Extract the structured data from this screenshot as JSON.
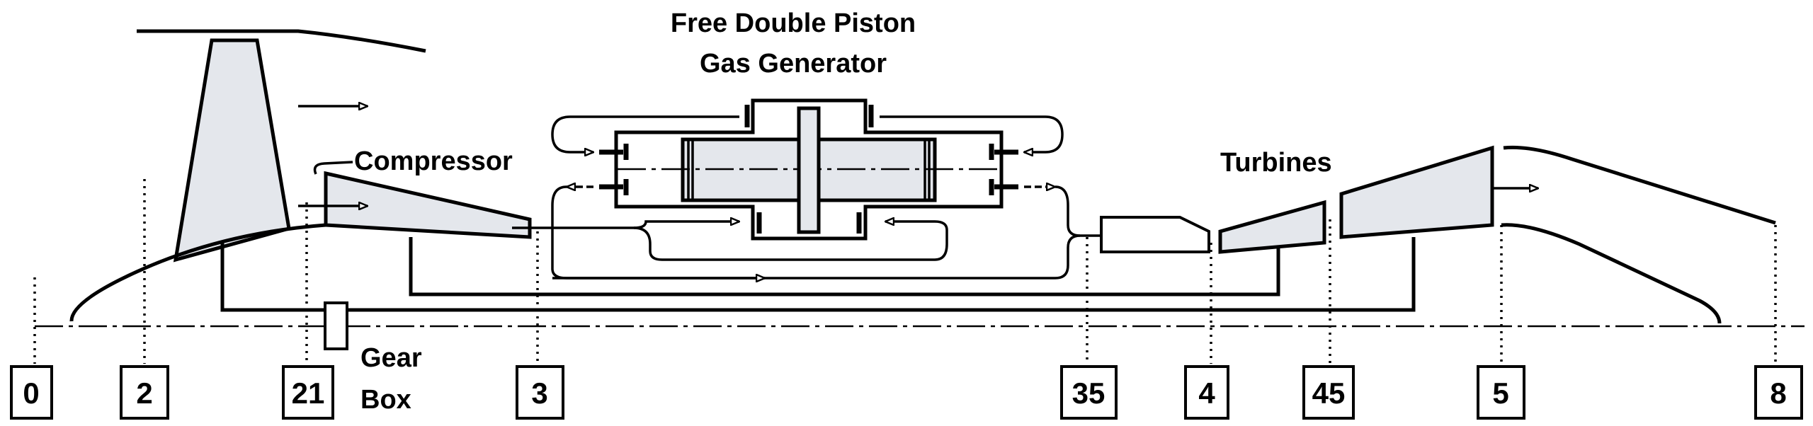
{
  "title": {
    "line1": "Free Double Piston",
    "line2": "Gas Generator"
  },
  "labels": {
    "compressor": "Compressor",
    "turbines": "Turbines",
    "gear": "Gear",
    "box": "Box"
  },
  "stations": [
    "0",
    "2",
    "21",
    "3",
    "35",
    "4",
    "45",
    "5",
    "8"
  ],
  "colors": {
    "component_fill": "#e4e7ec",
    "stroke": "#000000"
  }
}
